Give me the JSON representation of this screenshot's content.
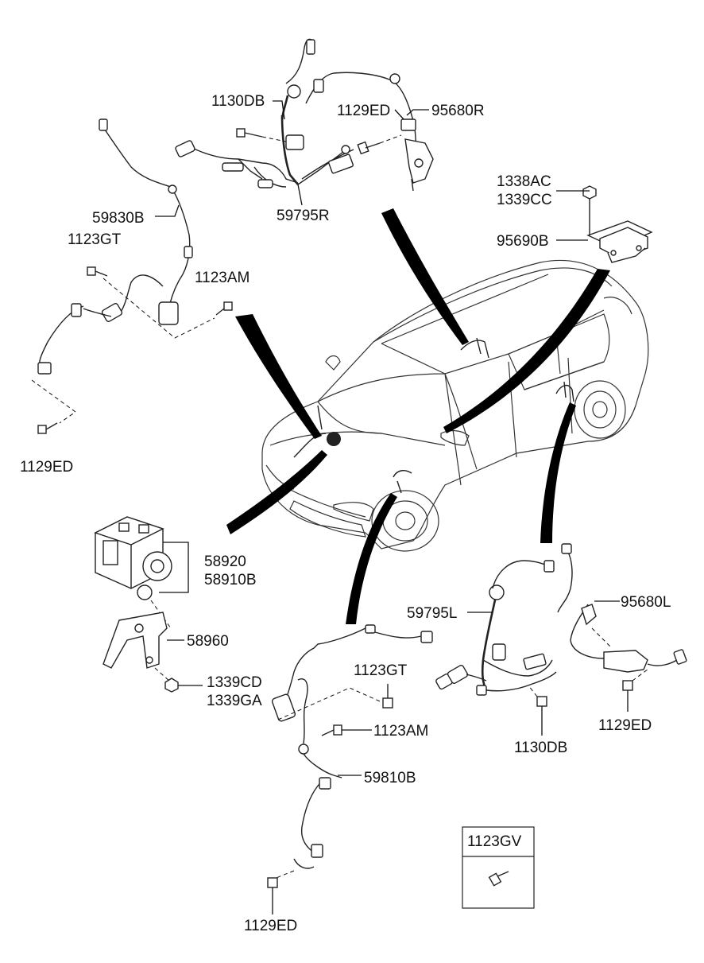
{
  "labels": {
    "l1130DB_top": "1130DB",
    "l1129ED_top": "1129ED",
    "l95680R": "95680R",
    "l59795R": "59795R",
    "l1338AC": "1338AC",
    "l1339CC": "1339CC",
    "l95690B": "95690B",
    "l59830B": "59830B",
    "l1123GT_left": "1123GT",
    "l1123AM_left": "1123AM",
    "l1129ED_left": "1129ED",
    "l58920": "58920",
    "l58910B": "58910B",
    "l58960": "58960",
    "l1339CD": "1339CD",
    "l1339GA": "1339GA",
    "l1123GT_mid": "1123GT",
    "l1123AM_mid": "1123AM",
    "l59810B": "59810B",
    "l1129ED_bottom": "1129ED",
    "l59795L": "59795L",
    "l95680L": "95680L",
    "l1130DB_right": "1130DB",
    "l1129ED_right": "1129ED",
    "box_title": "1123GV"
  }
}
